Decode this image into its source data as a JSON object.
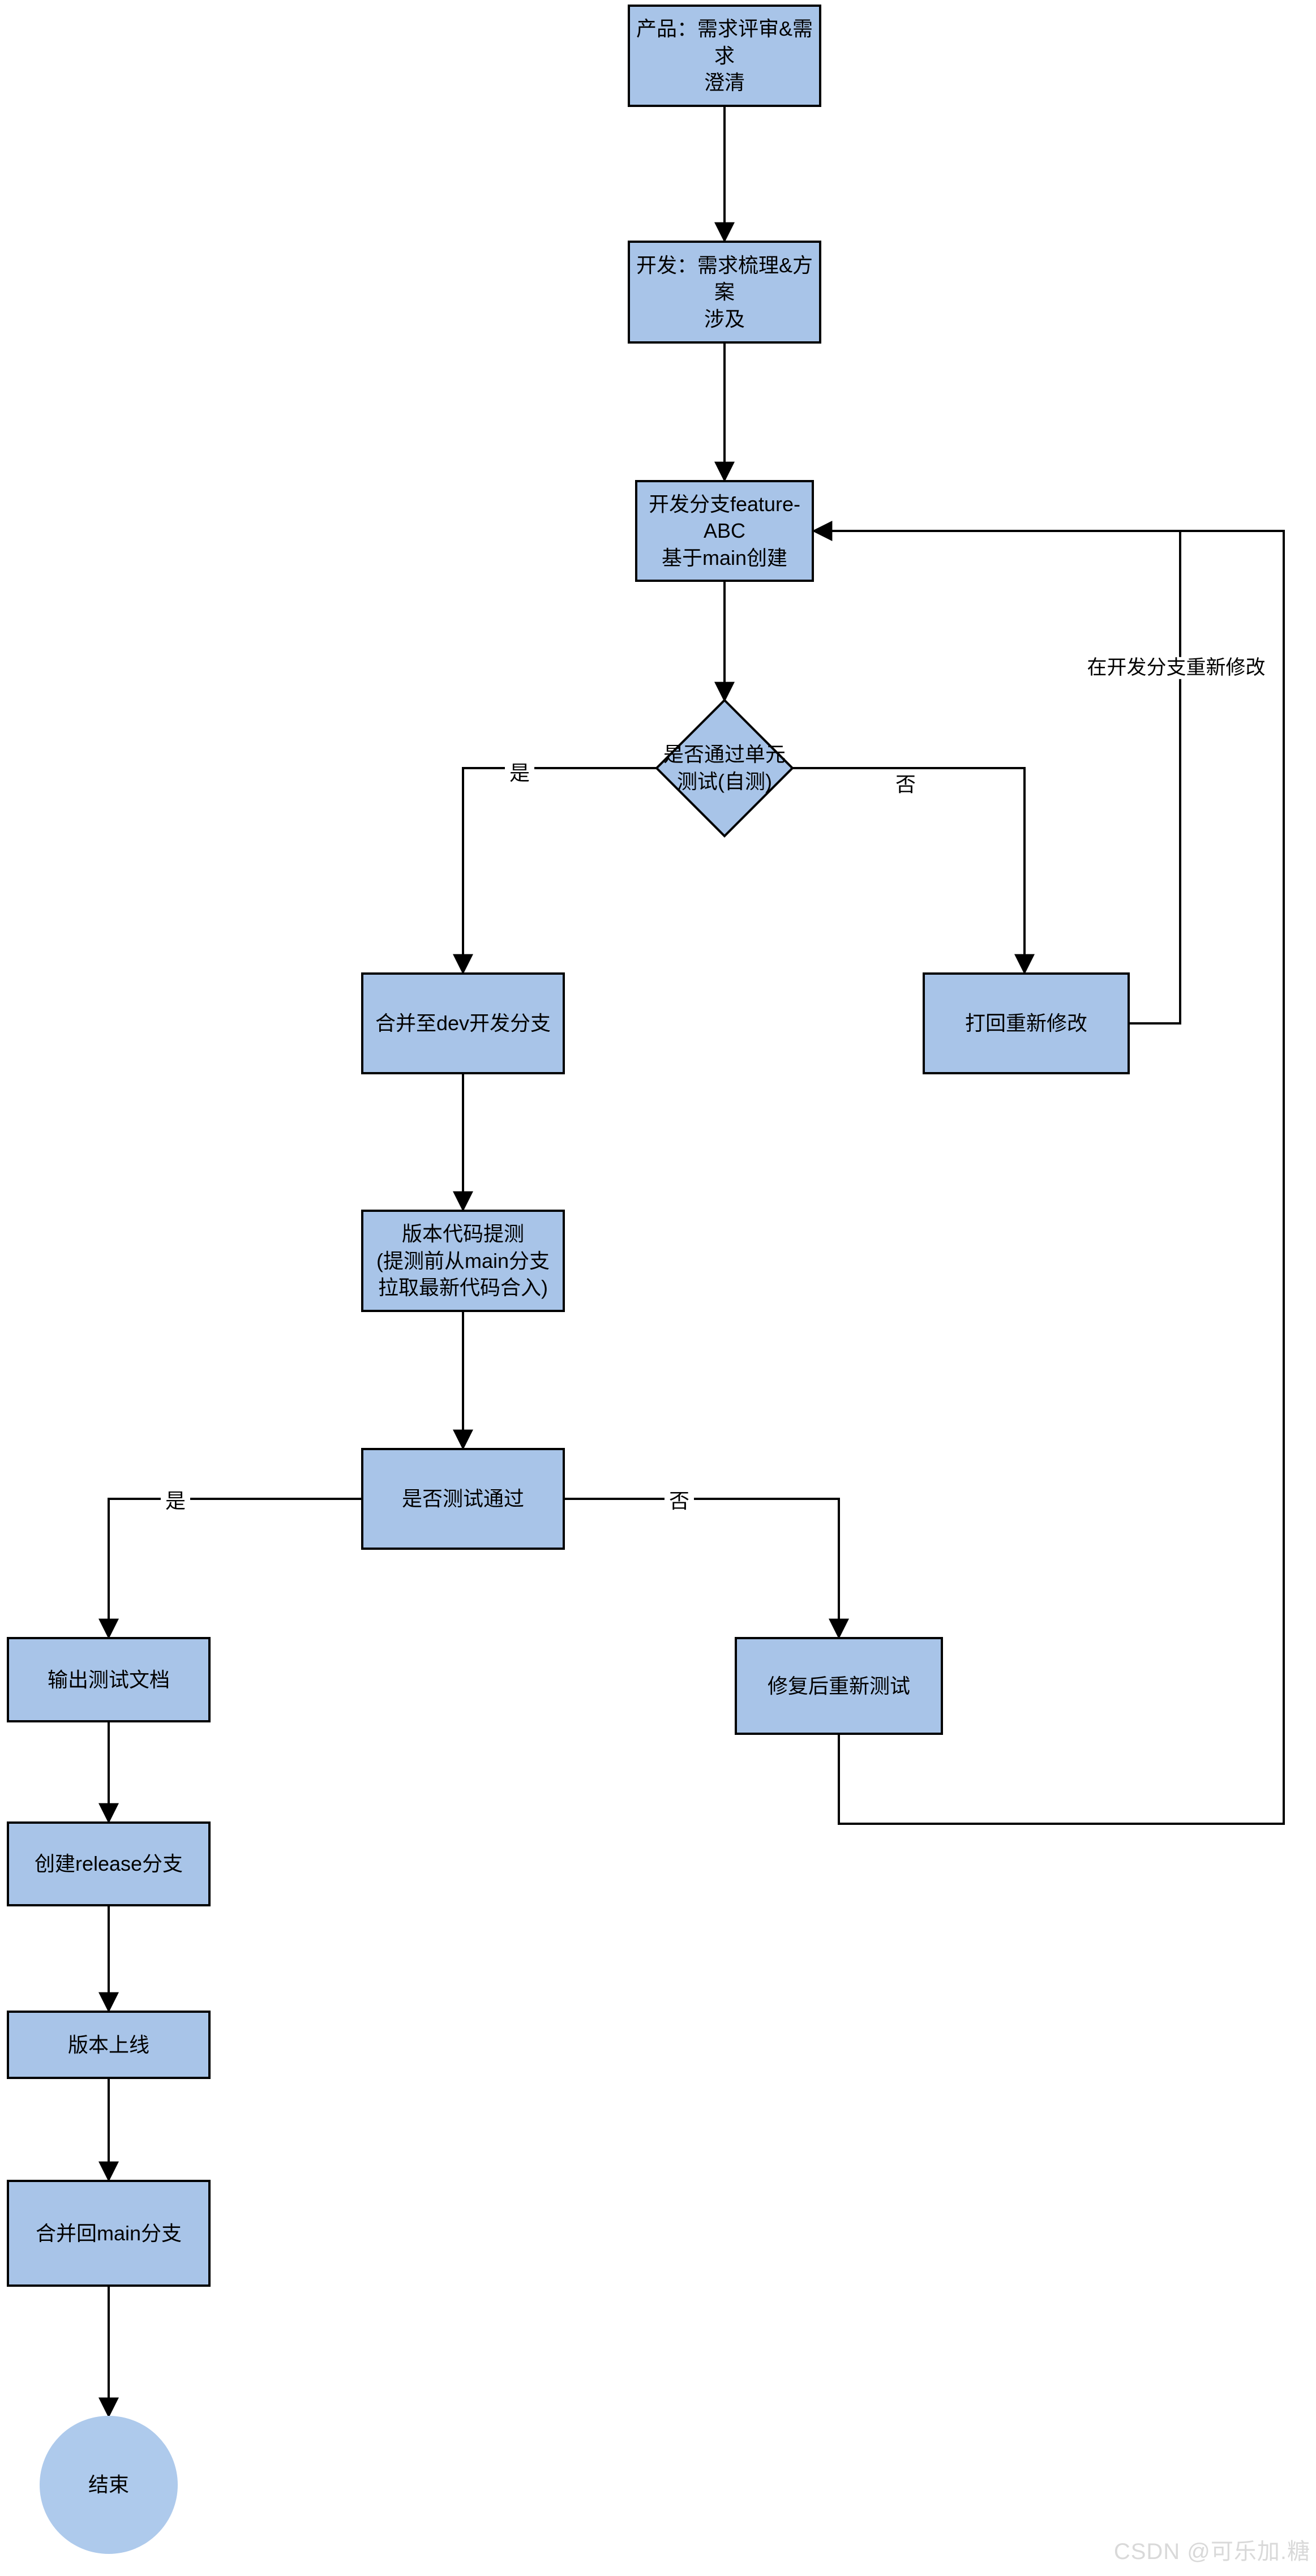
{
  "page": {
    "background": "#ffffff"
  },
  "colors": {
    "page_bg": "#ffffff",
    "node_fill": "#a8c4e8",
    "node_border": "#000000",
    "connector": "#000000",
    "end_fill": "#aecaec",
    "text": "#000000",
    "watermark": "#d9d9d9"
  },
  "flowchart": {
    "nodes": [
      {
        "id": "product-review",
        "shape": "rectangle",
        "label": "产品：需求评审&需求\n澄清"
      },
      {
        "id": "dev-plan",
        "shape": "rectangle",
        "label": "开发：需求梳理&方案\n涉及"
      },
      {
        "id": "feature-branch",
        "shape": "rectangle",
        "label": "开发分支feature-ABC\n基于main创建"
      },
      {
        "id": "unit-test-decision",
        "shape": "diamond",
        "label": "是否通过单元\n测试(自测)"
      },
      {
        "id": "merge-to-dev",
        "shape": "rectangle",
        "label": "合并至dev开发分支"
      },
      {
        "id": "sent-back-fix",
        "shape": "rectangle",
        "label": "打回重新修改"
      },
      {
        "id": "submit-for-test",
        "shape": "rectangle",
        "label": "版本代码提测\n(提测前从main分支\n拉取最新代码合入)"
      },
      {
        "id": "test-pass-decision",
        "shape": "rectangle",
        "label": "是否测试通过"
      },
      {
        "id": "output-test-doc",
        "shape": "rectangle",
        "label": "输出测试文档"
      },
      {
        "id": "create-release-branch",
        "shape": "rectangle",
        "label": "创建release分支"
      },
      {
        "id": "version-go-live",
        "shape": "rectangle",
        "label": "版本上线"
      },
      {
        "id": "merge-back-main",
        "shape": "rectangle",
        "label": "合并回main分支"
      },
      {
        "id": "end",
        "shape": "circle",
        "label": "结束"
      }
    ],
    "edge_labels": {
      "unit_test_yes": "是",
      "unit_test_no": "否",
      "rework_note": "在开发分支重新修改",
      "test_pass_yes": "是",
      "test_pass_no": "否"
    }
  },
  "watermark": {
    "text": "CSDN @可乐加.糖"
  }
}
